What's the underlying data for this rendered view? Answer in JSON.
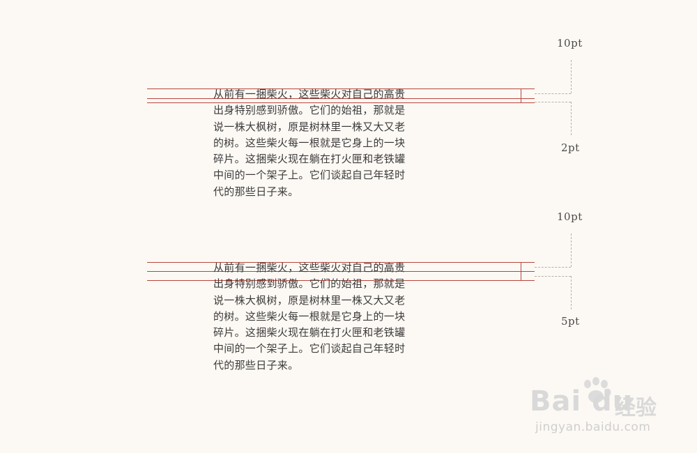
{
  "paragraph_text": "从前有一捆柴火，这些柴火对自己的高贵\n出身特别感到骄傲。它们的始祖，那就是\n说一株大枫树，原是树林里一株又大又老\n的树。这些柴火每一根就是它身上的一块\n碎片。这捆柴火现在躺在打火匣和老铁罐\n中间的一个架子上。它们谈起自己年轻时\n代的那些日子来。",
  "examples": [
    {
      "top_label": "10pt",
      "bottom_label": "2pt"
    },
    {
      "top_label": "10pt",
      "bottom_label": "5pt"
    }
  ],
  "watermark": {
    "logo": "Bai du",
    "chinese": "经验",
    "url": "jingyan.baidu.com"
  },
  "colors": {
    "background": "#fcf9f4",
    "guide_line": "#b5463d",
    "dashed": "#b9aea4",
    "text": "#3b3b3b"
  }
}
